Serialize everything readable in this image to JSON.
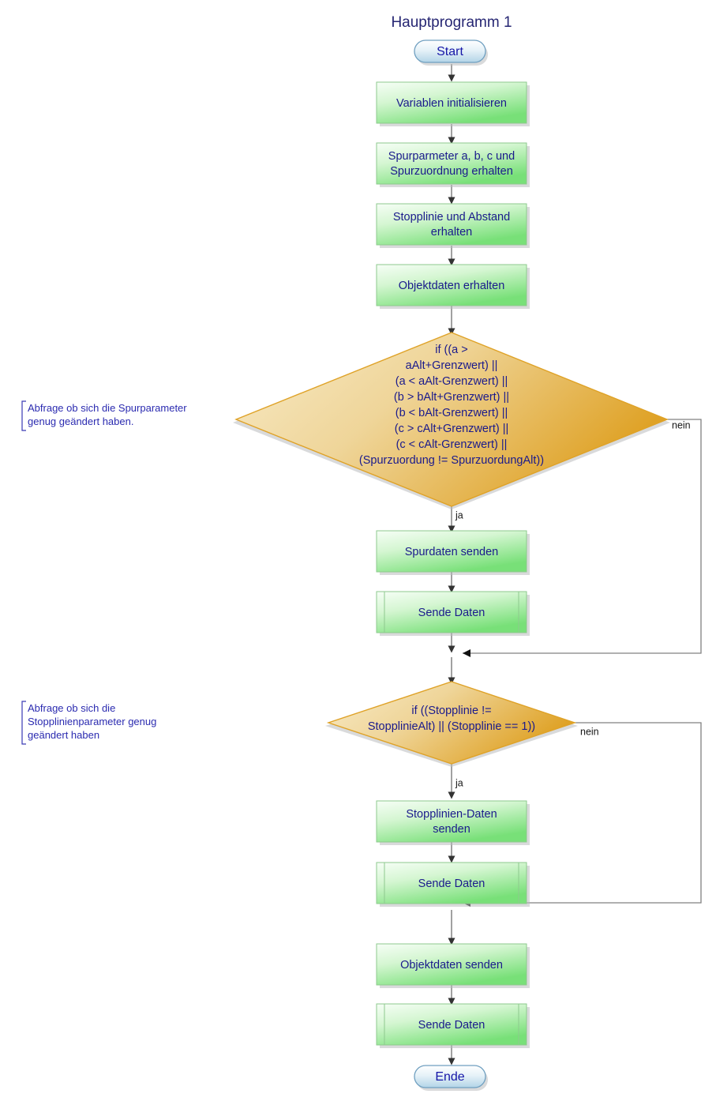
{
  "diagram": {
    "title": "Hauptprogramm 1",
    "colors": {
      "title_text": "#262673",
      "node_text": "#1a1a8c",
      "terminal_text": "#1616a8",
      "process_fill_light": "#f2fdf2",
      "process_fill_dark": "#79e079",
      "process_border": "#8ec98e",
      "decision_fill_light": "#f7e9c4",
      "decision_fill_dark": "#e0a326",
      "decision_border": "#dfa227",
      "terminal_fill_light": "#ffffff",
      "terminal_fill_dark": "#b4d5e8",
      "terminal_border": "#6f9fc0",
      "connector": "#808080",
      "note_text": "#2b2bb0"
    }
  },
  "nodes": {
    "start": {
      "label": "Start",
      "type": "terminal"
    },
    "init": {
      "label": "Variablen initialisieren",
      "type": "process"
    },
    "spurparameter": {
      "line1": "Spurparmeter a, b, c und",
      "line2": "Spurzuordnung erhalten",
      "type": "process"
    },
    "stopplinie": {
      "line1": "Stopplinie und Abstand",
      "line2": "erhalten",
      "type": "process"
    },
    "objektdaten": {
      "label": "Objektdaten erhalten",
      "type": "process"
    },
    "decision1": {
      "type": "decision",
      "lines": [
        "if ((a >",
        "aAlt+Grenzwert) ||",
        "(a < aAlt-Grenzwert) ||",
        "(b > bAlt+Grenzwert) ||",
        "(b < bAlt-Grenzwert) ||",
        "(c > cAlt+Grenzwert) ||",
        "(c < cAlt-Grenzwert) ||",
        "(Spurzuordung != SpurzuordungAlt))"
      ],
      "yes_label": "ja",
      "no_label": "nein"
    },
    "spurdaten_senden": {
      "label": "Spurdaten senden",
      "type": "process"
    },
    "sende_daten_1": {
      "label": "Sende Daten",
      "type": "subroutine"
    },
    "decision2": {
      "type": "decision",
      "lines": [
        "if ((Stopplinie !=",
        "StopplinieAlt) || (Stopplinie == 1))"
      ],
      "yes_label": "ja",
      "no_label": "nein"
    },
    "stopplinien_daten": {
      "line1": "Stopplinien-Daten",
      "line2": "senden",
      "type": "process"
    },
    "sende_daten_2": {
      "label": "Sende Daten",
      "type": "subroutine"
    },
    "objektdaten_senden": {
      "label": "Objektdaten senden",
      "type": "process"
    },
    "sende_daten_3": {
      "label": "Sende Daten",
      "type": "subroutine"
    },
    "ende": {
      "label": "Ende",
      "type": "terminal"
    }
  },
  "notes": {
    "note1": {
      "lines": [
        "Abfrage ob sich die Spurparameter",
        "genug geändert haben."
      ]
    },
    "note2": {
      "lines": [
        "Abfrage ob sich die",
        "Stopplinienparameter genug",
        "geändert haben"
      ]
    }
  }
}
